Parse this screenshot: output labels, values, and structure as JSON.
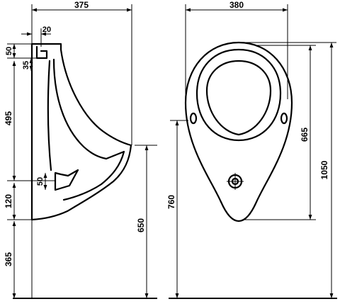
{
  "side_view": {
    "top_width": "375",
    "inlet_offset": "20",
    "inlet_height": "50",
    "inlet_drop": "35",
    "body_height": "495",
    "outlet_height": "50",
    "bottom_height": "120",
    "mount_height": "365",
    "rim_height": "650"
  },
  "front_view": {
    "width": "380",
    "rim_height": "760",
    "bowl_height": "665",
    "total_height": "1050"
  }
}
